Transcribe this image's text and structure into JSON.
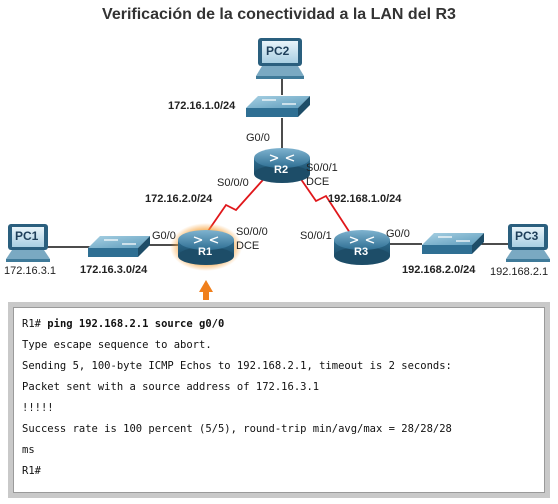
{
  "title": "Verificación de la conectividad a la LAN del R3",
  "devices": {
    "pc2": "PC2",
    "pc1": "PC1",
    "pc3": "PC3",
    "r1": "R1",
    "r2": "R2",
    "r3": "R3"
  },
  "labels": {
    "net_pc2": "172.16.1.0/24",
    "r2_g0": "G0/0",
    "r2_s000": "S0/0/0",
    "r2_s001": "S0/0/1",
    "r2_dce": "DCE",
    "net_r1r2": "172.16.2.0/24",
    "net_r2r3": "192.168.1.0/24",
    "r1_g0": "G0/0",
    "r1_s000": "S0/0/0",
    "r1_dce": "DCE",
    "r3_s001": "S0/0/1",
    "r3_g0": "G0/0",
    "pc1_ip": "172.16.3.1",
    "net_pc1": "172.16.3.0/24",
    "net_pc3": "192.168.2.0/24",
    "pc3_ip": "192.168.2.1"
  },
  "console": {
    "prompt": "R1# ",
    "command": "ping 192.168.2.1 source g0/0",
    "lines": [
      "Type escape sequence to abort.",
      "Sending 5, 100-byte ICMP Echos to 192.168.2.1, timeout is 2 seconds:",
      "Packet sent with a source address of 172.16.3.1",
      "!!!!!",
      "Success rate is 100 percent (5/5), round-trip min/avg/max = 28/28/28",
      "ms",
      "R1#"
    ]
  },
  "colors": {
    "router": "#2f6f93",
    "switch": "#3d7d9e",
    "serial_link": "#e0171b",
    "highlight": "#f07f1b",
    "console_bg": "#c9c9c9"
  }
}
